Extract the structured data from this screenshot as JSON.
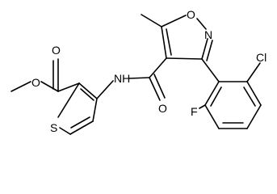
{
  "atoms": {
    "o_ester": "O",
    "o_carbonyl_ester": "O",
    "s_thiophene": "S",
    "nh": "NH",
    "o_amide": "O",
    "o_isoxazole": "O",
    "n_isoxazole": "N",
    "cl": "Cl",
    "f": "F"
  }
}
